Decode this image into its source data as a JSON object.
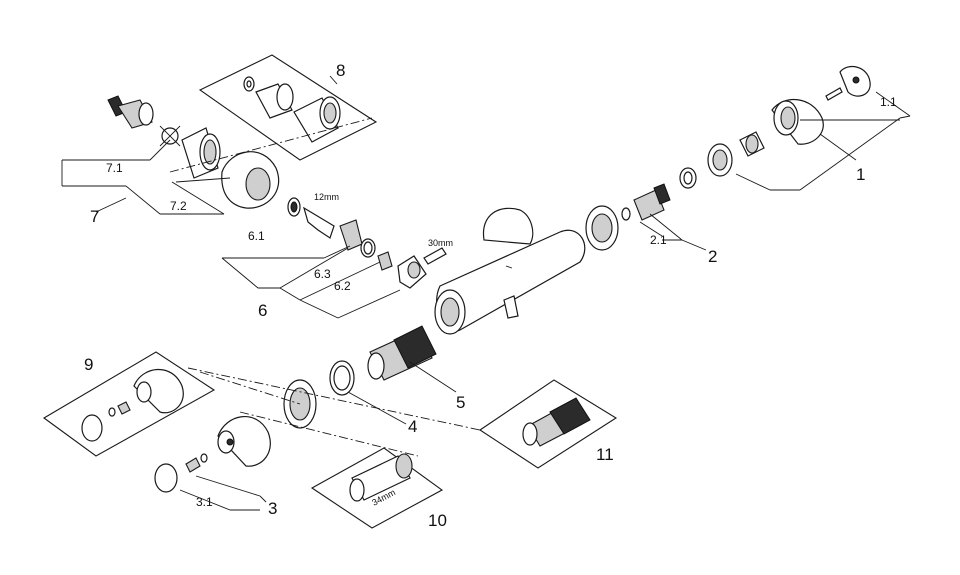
{
  "labels": {
    "p1": "1",
    "p1_1": "1.1",
    "p2": "2",
    "p2_1": "2.1",
    "p3": "3",
    "p3_1": "3.1",
    "p4": "4",
    "p5": "5",
    "p6": "6",
    "p6_1": "6.1",
    "p6_2": "6.2",
    "p6_3": "6.3",
    "p7": "7",
    "p7_1": "7.1",
    "p7_2": "7.2",
    "p8": "8",
    "p9": "9",
    "p10": "10",
    "p11": "11"
  },
  "dimensions": {
    "key_12": "12mm",
    "key_30": "30mm",
    "tool_34": "34mm"
  }
}
